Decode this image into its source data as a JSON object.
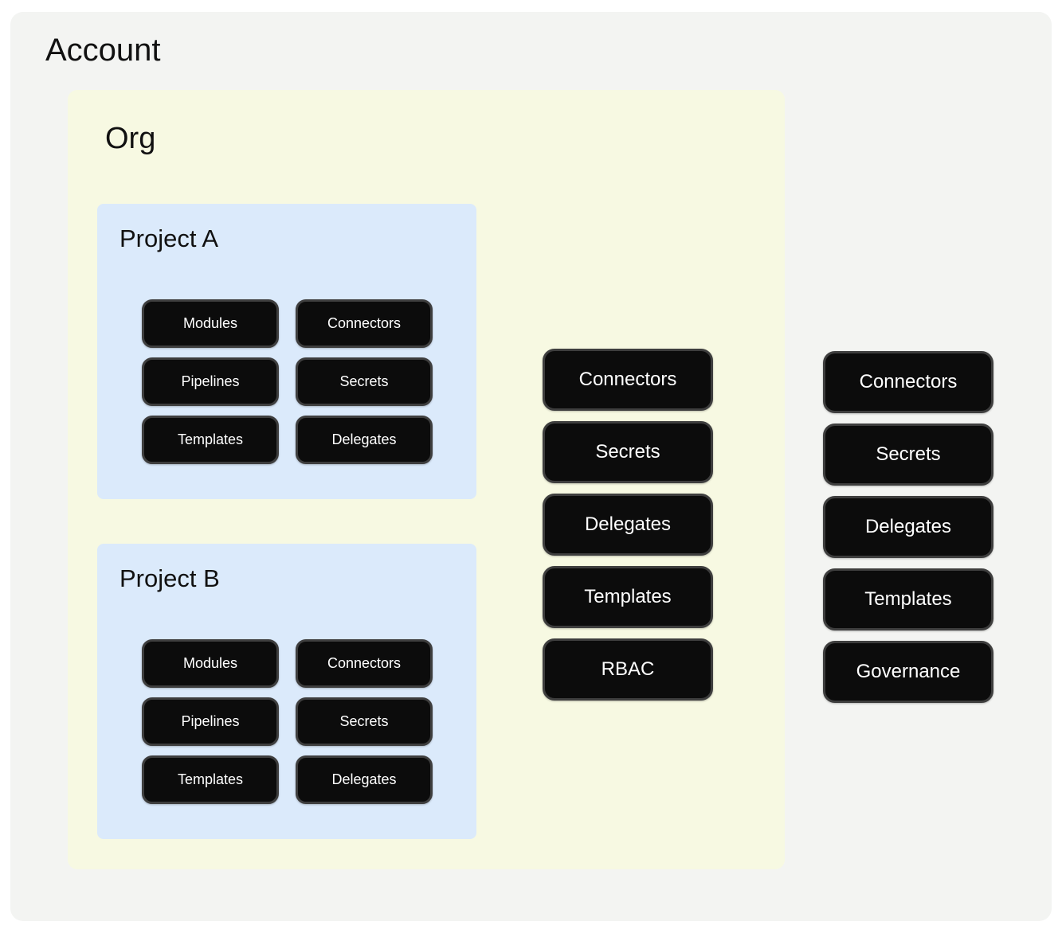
{
  "account": {
    "title": "Account",
    "resources": [
      "Connectors",
      "Secrets",
      "Delegates",
      "Templates",
      "Governance"
    ],
    "org": {
      "title": "Org",
      "resources": [
        "Connectors",
        "Secrets",
        "Delegates",
        "Templates",
        "RBAC"
      ],
      "projects": [
        {
          "title": "Project A",
          "resources": [
            "Modules",
            "Connectors",
            "Pipelines",
            "Secrets",
            "Templates",
            "Delegates"
          ]
        },
        {
          "title": "Project B",
          "resources": [
            "Modules",
            "Connectors",
            "Pipelines",
            "Secrets",
            "Templates",
            "Delegates"
          ]
        }
      ]
    }
  },
  "colors": {
    "page_bg": "#ffffff",
    "account_bg": "#f3f4f2",
    "org_bg": "#f7f9e2",
    "project_bg": "#dbeafb",
    "pill_bg": "#0c0c0c",
    "pill_border": "#3e3e3e",
    "pill_text": "#ffffff",
    "heading_text": "#111111"
  }
}
